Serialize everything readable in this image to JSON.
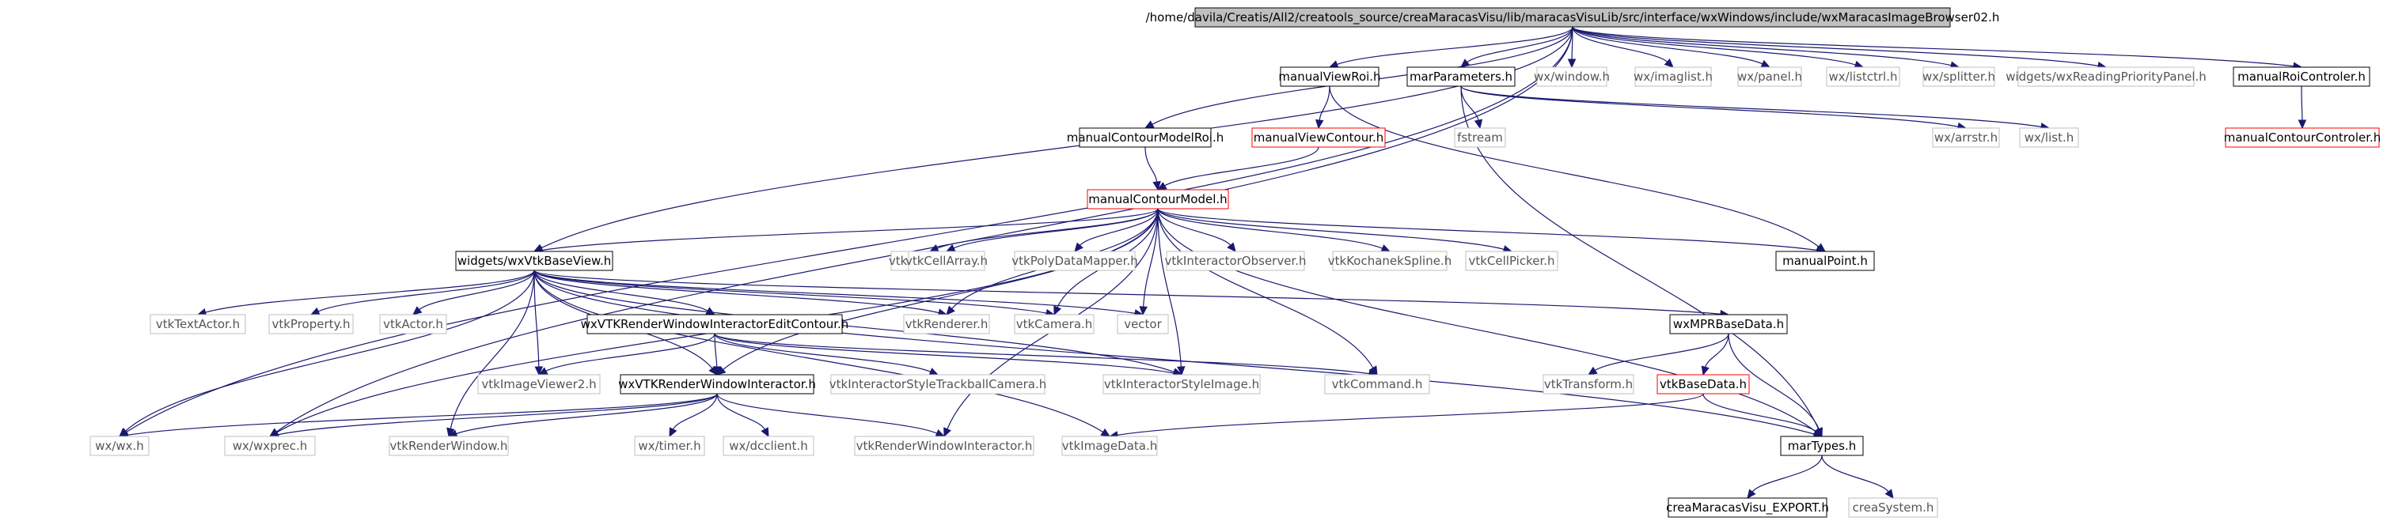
{
  "graph": {
    "nodes": [
      {
        "id": "root",
        "label": "/home/davila/Creatis/All2/creatools_source/creaMaracasVisu/lib/maracasVisuLib/src/interface/wxWindows/include/wxMaracasImageBrowser02.h",
        "kind": "root"
      },
      {
        "id": "mvr",
        "label": "manualViewRoi.h",
        "kind": "local"
      },
      {
        "id": "mp",
        "label": "marParameters.h",
        "kind": "local"
      },
      {
        "id": "wxwin",
        "label": "wx/window.h",
        "kind": "leaf"
      },
      {
        "id": "wximg",
        "label": "wx/imaglist.h",
        "kind": "leaf"
      },
      {
        "id": "wxpanel",
        "label": "wx/panel.h",
        "kind": "leaf"
      },
      {
        "id": "wxlistctrl",
        "label": "wx/listctrl.h",
        "kind": "leaf"
      },
      {
        "id": "wxsplit",
        "label": "wx/splitter.h",
        "kind": "leaf"
      },
      {
        "id": "wxrpp",
        "label": "widgets/wxReadingPriorityPanel.h",
        "kind": "leaf"
      },
      {
        "id": "mrc",
        "label": "manualRoiControler.h",
        "kind": "local"
      },
      {
        "id": "mcmr",
        "label": "manualContourModelRoi.h",
        "kind": "local"
      },
      {
        "id": "mvc",
        "label": "manualViewContour.h",
        "kind": "missing"
      },
      {
        "id": "fstream",
        "label": "fstream",
        "kind": "leaf"
      },
      {
        "id": "arrstr",
        "label": "wx/arrstr.h",
        "kind": "leaf"
      },
      {
        "id": "wxlist",
        "label": "wx/list.h",
        "kind": "leaf"
      },
      {
        "id": "mcc",
        "label": "manualContourControler.h",
        "kind": "missing"
      },
      {
        "id": "mcm",
        "label": "manualContourModel.h",
        "kind": "missing"
      },
      {
        "id": "wvbv",
        "label": "widgets/wxVtkBaseView.h",
        "kind": "local"
      },
      {
        "id": "vpd",
        "label": "vtkPolyData.h",
        "kind": "leaf"
      },
      {
        "id": "vca",
        "label": "vtkCellArray.h",
        "kind": "leaf"
      },
      {
        "id": "vpdm",
        "label": "vtkPolyDataMapper.h",
        "kind": "leaf"
      },
      {
        "id": "vio",
        "label": "vtkInteractorObserver.h",
        "kind": "leaf"
      },
      {
        "id": "vks",
        "label": "vtkKochanekSpline.h",
        "kind": "leaf"
      },
      {
        "id": "vcp",
        "label": "vtkCellPicker.h",
        "kind": "leaf"
      },
      {
        "id": "mpt",
        "label": "manualPoint.h",
        "kind": "local"
      },
      {
        "id": "vta",
        "label": "vtkTextActor.h",
        "kind": "leaf"
      },
      {
        "id": "vprop",
        "label": "vtkProperty.h",
        "kind": "leaf"
      },
      {
        "id": "vact",
        "label": "vtkActor.h",
        "kind": "leaf"
      },
      {
        "id": "wvrwiec",
        "label": "wxVTKRenderWindowInteractorEditContour.h",
        "kind": "local"
      },
      {
        "id": "vren",
        "label": "vtkRenderer.h",
        "kind": "leaf"
      },
      {
        "id": "vcam",
        "label": "vtkCamera.h",
        "kind": "leaf"
      },
      {
        "id": "vec",
        "label": "vector",
        "kind": "leaf"
      },
      {
        "id": "wmpr",
        "label": "wxMPRBaseData.h",
        "kind": "local"
      },
      {
        "id": "viv2",
        "label": "vtkImageViewer2.h",
        "kind": "leaf"
      },
      {
        "id": "wvrwi",
        "label": "wxVTKRenderWindowInteractor.h",
        "kind": "local"
      },
      {
        "id": "vistc",
        "label": "vtkInteractorStyleTrackballCamera.h",
        "kind": "leaf"
      },
      {
        "id": "visi",
        "label": "vtkInteractorStyleImage.h",
        "kind": "leaf"
      },
      {
        "id": "vcmd",
        "label": "vtkCommand.h",
        "kind": "leaf"
      },
      {
        "id": "vtr",
        "label": "vtkTransform.h",
        "kind": "leaf"
      },
      {
        "id": "vbd",
        "label": "vtkBaseData.h",
        "kind": "missing"
      },
      {
        "id": "wxwx",
        "label": "wx/wx.h",
        "kind": "leaf"
      },
      {
        "id": "wxprec",
        "label": "wx/wxprec.h",
        "kind": "leaf"
      },
      {
        "id": "vrw",
        "label": "vtkRenderWindow.h",
        "kind": "leaf"
      },
      {
        "id": "wxtimer",
        "label": "wx/timer.h",
        "kind": "leaf"
      },
      {
        "id": "wxdc",
        "label": "wx/dcclient.h",
        "kind": "leaf"
      },
      {
        "id": "vrwi",
        "label": "vtkRenderWindowInteractor.h",
        "kind": "leaf"
      },
      {
        "id": "vid",
        "label": "vtkImageData.h",
        "kind": "leaf"
      },
      {
        "id": "mt",
        "label": "marTypes.h",
        "kind": "local"
      },
      {
        "id": "cmve",
        "label": "creaMaracasVisu_EXPORT.h",
        "kind": "local"
      },
      {
        "id": "csys",
        "label": "creaSystem.h",
        "kind": "leaf"
      }
    ],
    "edges": [
      [
        "root",
        "mvr"
      ],
      [
        "root",
        "mp"
      ],
      [
        "root",
        "wxwin"
      ],
      [
        "root",
        "wximg"
      ],
      [
        "root",
        "wxpanel"
      ],
      [
        "root",
        "wxlistctrl"
      ],
      [
        "root",
        "wxsplit"
      ],
      [
        "root",
        "wxrpp"
      ],
      [
        "root",
        "mrc"
      ],
      [
        "root",
        "mcmr"
      ],
      [
        "root",
        "wvbv"
      ],
      [
        "root",
        "wxwx"
      ],
      [
        "root",
        "wxprec"
      ],
      [
        "mvr",
        "mvc"
      ],
      [
        "mvr",
        "mpt"
      ],
      [
        "mp",
        "fstream"
      ],
      [
        "mp",
        "arrstr"
      ],
      [
        "mp",
        "wxlist"
      ],
      [
        "mp",
        "mt"
      ],
      [
        "mrc",
        "mcc"
      ],
      [
        "mcmr",
        "mcm"
      ],
      [
        "mvc",
        "mcm"
      ],
      [
        "mcm",
        "wvbv"
      ],
      [
        "mcm",
        "vpd"
      ],
      [
        "mcm",
        "vca"
      ],
      [
        "mcm",
        "vpdm"
      ],
      [
        "mcm",
        "vio"
      ],
      [
        "mcm",
        "vks"
      ],
      [
        "mcm",
        "vcp"
      ],
      [
        "mcm",
        "mpt"
      ],
      [
        "mcm",
        "mt"
      ],
      [
        "mcm",
        "vren"
      ],
      [
        "mcm",
        "vcam"
      ],
      [
        "mcm",
        "vec"
      ],
      [
        "mcm",
        "wvrwi"
      ],
      [
        "mcm",
        "visi"
      ],
      [
        "mcm",
        "vcmd"
      ],
      [
        "mcm",
        "vrwi"
      ],
      [
        "mcm",
        "wxprec"
      ],
      [
        "wvbv",
        "vta"
      ],
      [
        "wvbv",
        "vprop"
      ],
      [
        "wvbv",
        "vact"
      ],
      [
        "wvbv",
        "wvrwiec"
      ],
      [
        "wvbv",
        "vren"
      ],
      [
        "wvbv",
        "vcam"
      ],
      [
        "wvbv",
        "vec"
      ],
      [
        "wvbv",
        "wmpr"
      ],
      [
        "wvbv",
        "viv2"
      ],
      [
        "wvbv",
        "wvrwi"
      ],
      [
        "wvbv",
        "visi"
      ],
      [
        "wvbv",
        "vrw"
      ],
      [
        "wvbv",
        "wxwx"
      ],
      [
        "wvbv",
        "vid"
      ],
      [
        "wvbv",
        "mt"
      ],
      [
        "wvrwiec",
        "wvrwi"
      ],
      [
        "wvrwiec",
        "viv2"
      ],
      [
        "wvrwiec",
        "vistc"
      ],
      [
        "wvrwiec",
        "visi"
      ],
      [
        "wvrwiec",
        "vcmd"
      ],
      [
        "wvrwi",
        "wxwx"
      ],
      [
        "wvrwi",
        "wxprec"
      ],
      [
        "wvrwi",
        "vrw"
      ],
      [
        "wvrwi",
        "wxtimer"
      ],
      [
        "wvrwi",
        "wxdc"
      ],
      [
        "wvrwi",
        "vrwi"
      ],
      [
        "wmpr",
        "vtr"
      ],
      [
        "wmpr",
        "vbd"
      ],
      [
        "wmpr",
        "mt"
      ],
      [
        "vbd",
        "mt"
      ],
      [
        "vbd",
        "vid"
      ],
      [
        "mt",
        "cmve"
      ],
      [
        "mt",
        "csys"
      ]
    ]
  }
}
